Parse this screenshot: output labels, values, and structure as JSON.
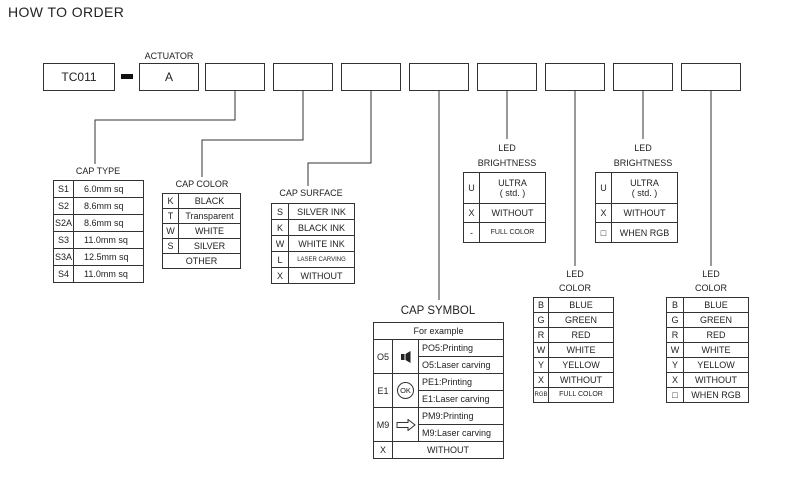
{
  "title": "HOW TO ORDER",
  "part_number": {
    "base_code": "TC011",
    "actuator_label": "ACTUATOR",
    "actuator_value": "A"
  },
  "cap_type": {
    "label": "CAP TYPE",
    "rows": [
      {
        "code": "S1",
        "desc": "6.0mm sq"
      },
      {
        "code": "S2",
        "desc": "8.6mm sq"
      },
      {
        "code": "S2A",
        "desc": "8.6mm sq"
      },
      {
        "code": "S3",
        "desc": "11.0mm sq"
      },
      {
        "code": "S3A",
        "desc": "12.5mm sq"
      },
      {
        "code": "S4",
        "desc": "11.0mm sq"
      }
    ]
  },
  "cap_color": {
    "label": "CAP COLOR",
    "rows": [
      {
        "code": "K",
        "desc": "BLACK"
      },
      {
        "code": "T",
        "desc": "Transparent"
      },
      {
        "code": "W",
        "desc": "WHITE"
      },
      {
        "code": "S",
        "desc": "SILVER"
      }
    ],
    "other": "OTHER"
  },
  "cap_surface": {
    "label": "CAP SURFACE",
    "rows": [
      {
        "code": "S",
        "desc": "SILVER INK"
      },
      {
        "code": "K",
        "desc": "BLACK INK"
      },
      {
        "code": "W",
        "desc": "WHITE INK"
      },
      {
        "code": "L",
        "desc": "LASER CARVING"
      },
      {
        "code": "X",
        "desc": "WITHOUT"
      }
    ]
  },
  "cap_symbol": {
    "label": "CAP SYMBOL",
    "example_header": "For example",
    "ok_icon_text": "OK",
    "groups": [
      {
        "code": "O5",
        "icon": "speaker-icon",
        "printing": "PO5:Printing",
        "laser": "O5:Laser carving"
      },
      {
        "code": "E1",
        "icon": "ok-circle-icon",
        "printing": "PE1:Printing",
        "laser": "E1:Laser carving"
      },
      {
        "code": "M9",
        "icon": "right-arrow-icon",
        "printing": "PM9:Printing",
        "laser": "M9:Laser carving"
      }
    ],
    "without": {
      "code": "X",
      "desc": "WITHOUT"
    }
  },
  "led_brightness": [
    {
      "label_1": "LED",
      "label_2": "BRIGHTNESS",
      "rows": [
        {
          "code": "U",
          "desc": "ULTRA",
          "desc_2": "( std. )"
        },
        {
          "code": "X",
          "desc": "WITHOUT"
        },
        {
          "code": "-",
          "desc": "FULL COLOR"
        }
      ]
    },
    {
      "label_1": "LED",
      "label_2": "BRIGHTNESS",
      "rows": [
        {
          "code": "U",
          "desc": "ULTRA",
          "desc_2": "( std. )"
        },
        {
          "code": "X",
          "desc": "WITHOUT"
        },
        {
          "code": "□",
          "desc": "WHEN RGB"
        }
      ]
    }
  ],
  "led_color": [
    {
      "label_1": "LED",
      "label_2": "COLOR",
      "rows": [
        {
          "code": "B",
          "desc": "BLUE"
        },
        {
          "code": "G",
          "desc": "GREEN"
        },
        {
          "code": "R",
          "desc": "RED"
        },
        {
          "code": "W",
          "desc": "WHITE"
        },
        {
          "code": "Y",
          "desc": "YELLOW"
        },
        {
          "code": "X",
          "desc": "WITHOUT"
        },
        {
          "code": "RGB",
          "desc": "FULL COLOR"
        }
      ]
    },
    {
      "label_1": "LED",
      "label_2": "COLOR",
      "rows": [
        {
          "code": "B",
          "desc": "BLUE"
        },
        {
          "code": "G",
          "desc": "GREEN"
        },
        {
          "code": "R",
          "desc": "RED"
        },
        {
          "code": "W",
          "desc": "WHITE"
        },
        {
          "code": "Y",
          "desc": "YELLOW"
        },
        {
          "code": "X",
          "desc": "WITHOUT"
        },
        {
          "code": "□",
          "desc": "WHEN RGB"
        }
      ]
    }
  ],
  "colors": {
    "line": "#333333",
    "text": "#222222",
    "background": "#ffffff"
  }
}
